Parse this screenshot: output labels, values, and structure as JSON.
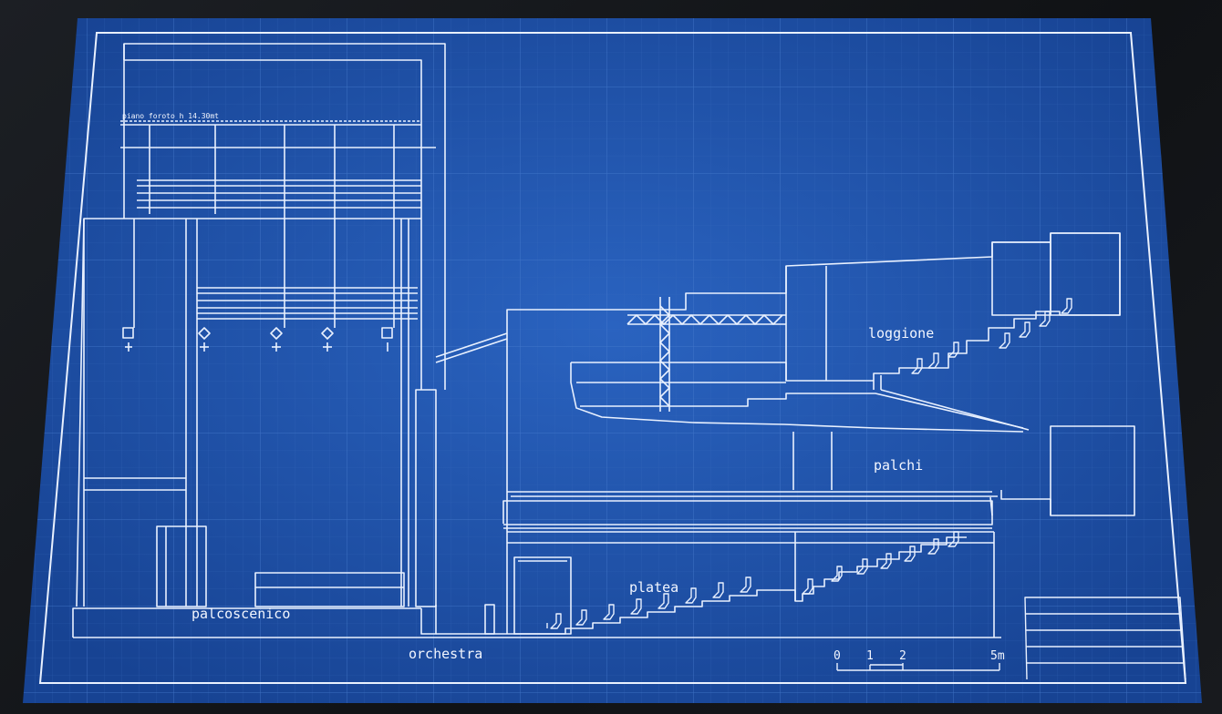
{
  "labels": {
    "fly_level": "piano foroto h 14.30mt",
    "stage": "palcoscenico",
    "orchestra": "orchestra",
    "stalls": "platea",
    "boxes": "palchi",
    "gallery": "loggione"
  },
  "scale": {
    "ticks": [
      "0",
      "1",
      "2",
      "5m"
    ]
  },
  "colors": {
    "paper": "#1f52a8",
    "paper_edge": "#17418d",
    "line": "#e9f1ff",
    "grid": "#3f74c6"
  }
}
